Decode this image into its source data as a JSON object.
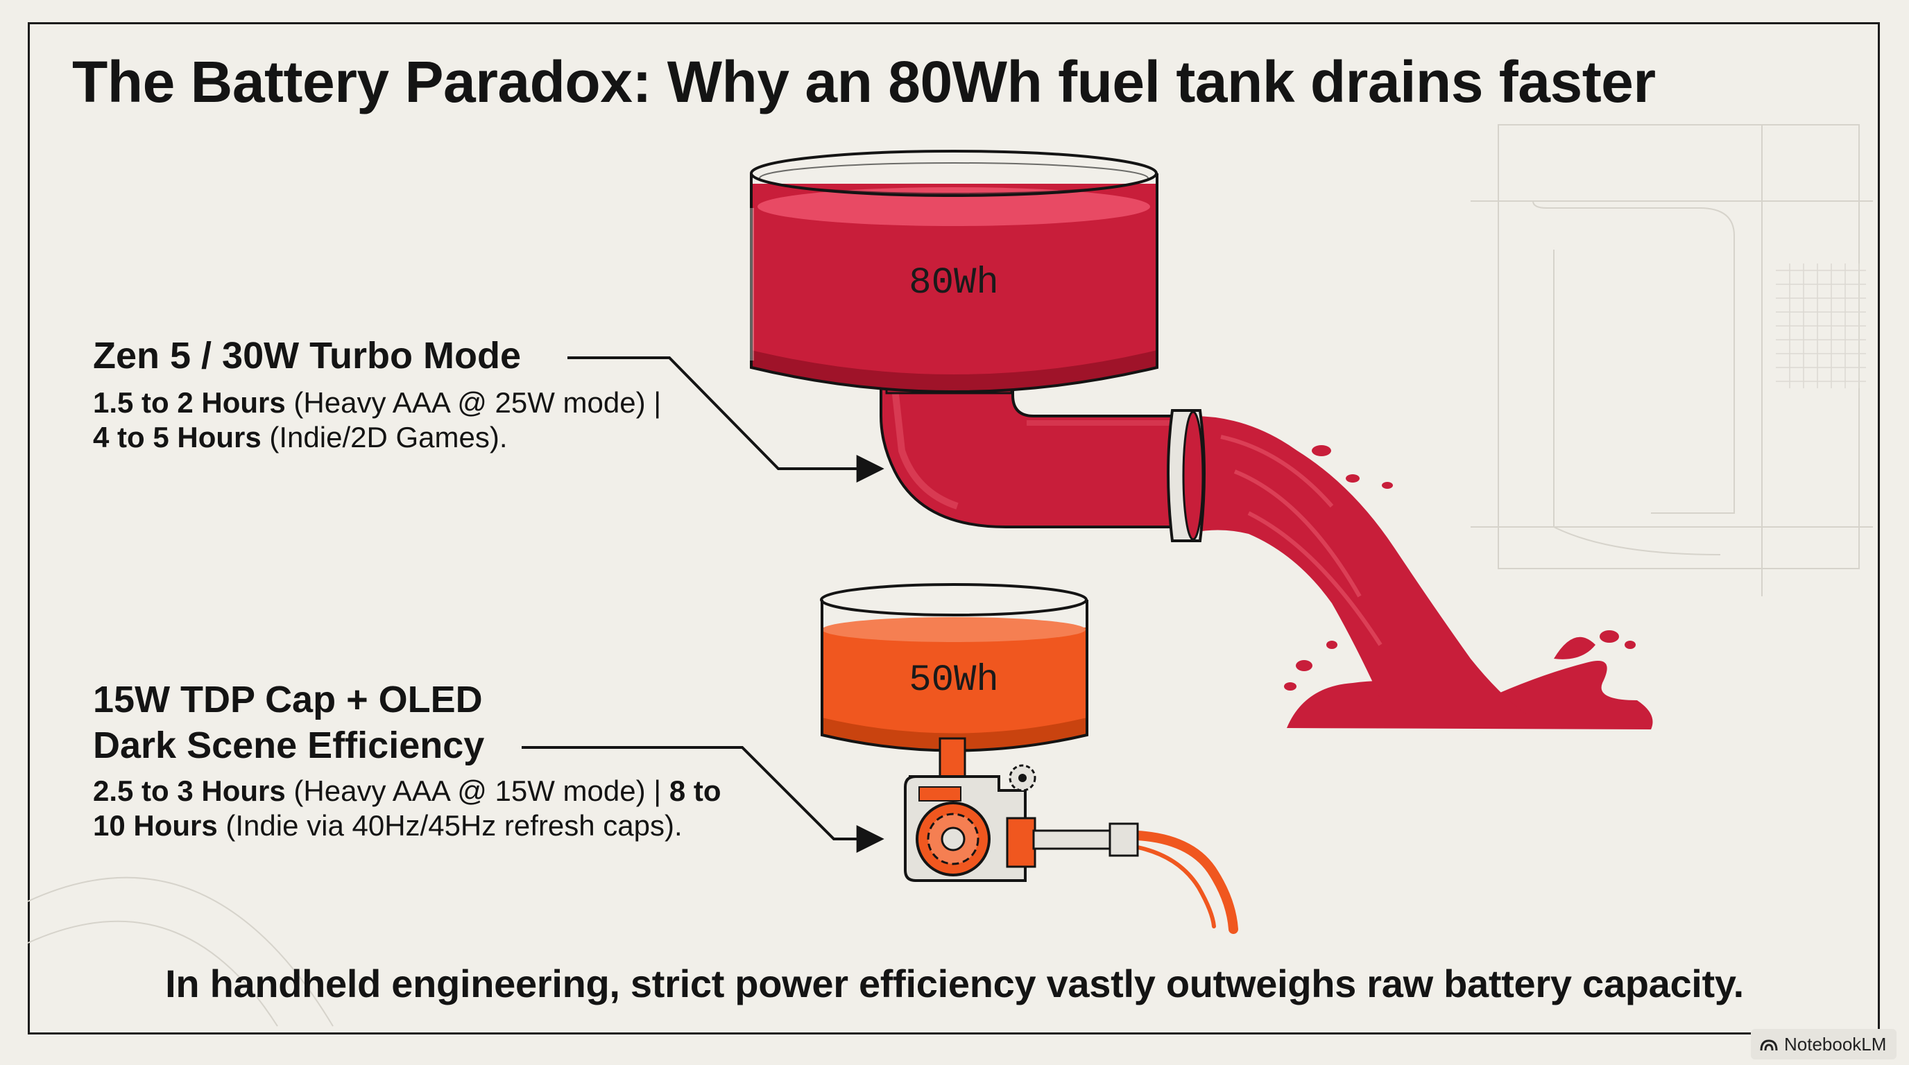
{
  "slide": {
    "title": "The Battery Paradox: Why an 80Wh fuel tank drains faster",
    "footer": "In handheld engineering, strict power efficiency vastly outweighs raw battery capacity.",
    "watermark": "NotebookLM"
  },
  "tanks": {
    "large": {
      "label": "80Wh",
      "color": "#c81e3a"
    },
    "small": {
      "label": "50Wh",
      "color": "#f0571f"
    }
  },
  "callouts": {
    "turbo": {
      "heading": "Zen 5 / 30W Turbo Mode",
      "line1_bold": "1.5 to 2 Hours",
      "line1_rest": " (Heavy AAA @ 25W mode) |",
      "line2_bold": "4 to 5 Hours",
      "line2_rest": " (Indie/2D Games)."
    },
    "efficient": {
      "heading_line1": "15W TDP Cap + OLED",
      "heading_line2": "Dark Scene Efficiency",
      "line1_bold": "2.5 to 3 Hours",
      "line1_rest": " (Heavy AAA @ 15W mode) | ",
      "line1_bold2": "8 to",
      "line2_bold": "10 Hours",
      "line2_rest": " (Indie via 40Hz/45Hz refresh caps)."
    }
  },
  "icons": {
    "large_tank": "tank-icon",
    "pipe": "pipe-icon",
    "splash": "liquid-splash-icon",
    "small_tank": "tank-icon",
    "pump": "gear-pump-icon",
    "stream": "liquid-stream-icon",
    "watermark": "notebooklm-logo-icon"
  },
  "colors": {
    "red": "#c81e3a",
    "orange": "#f0571f",
    "ink": "#141414",
    "paper": "#f1efe9"
  }
}
